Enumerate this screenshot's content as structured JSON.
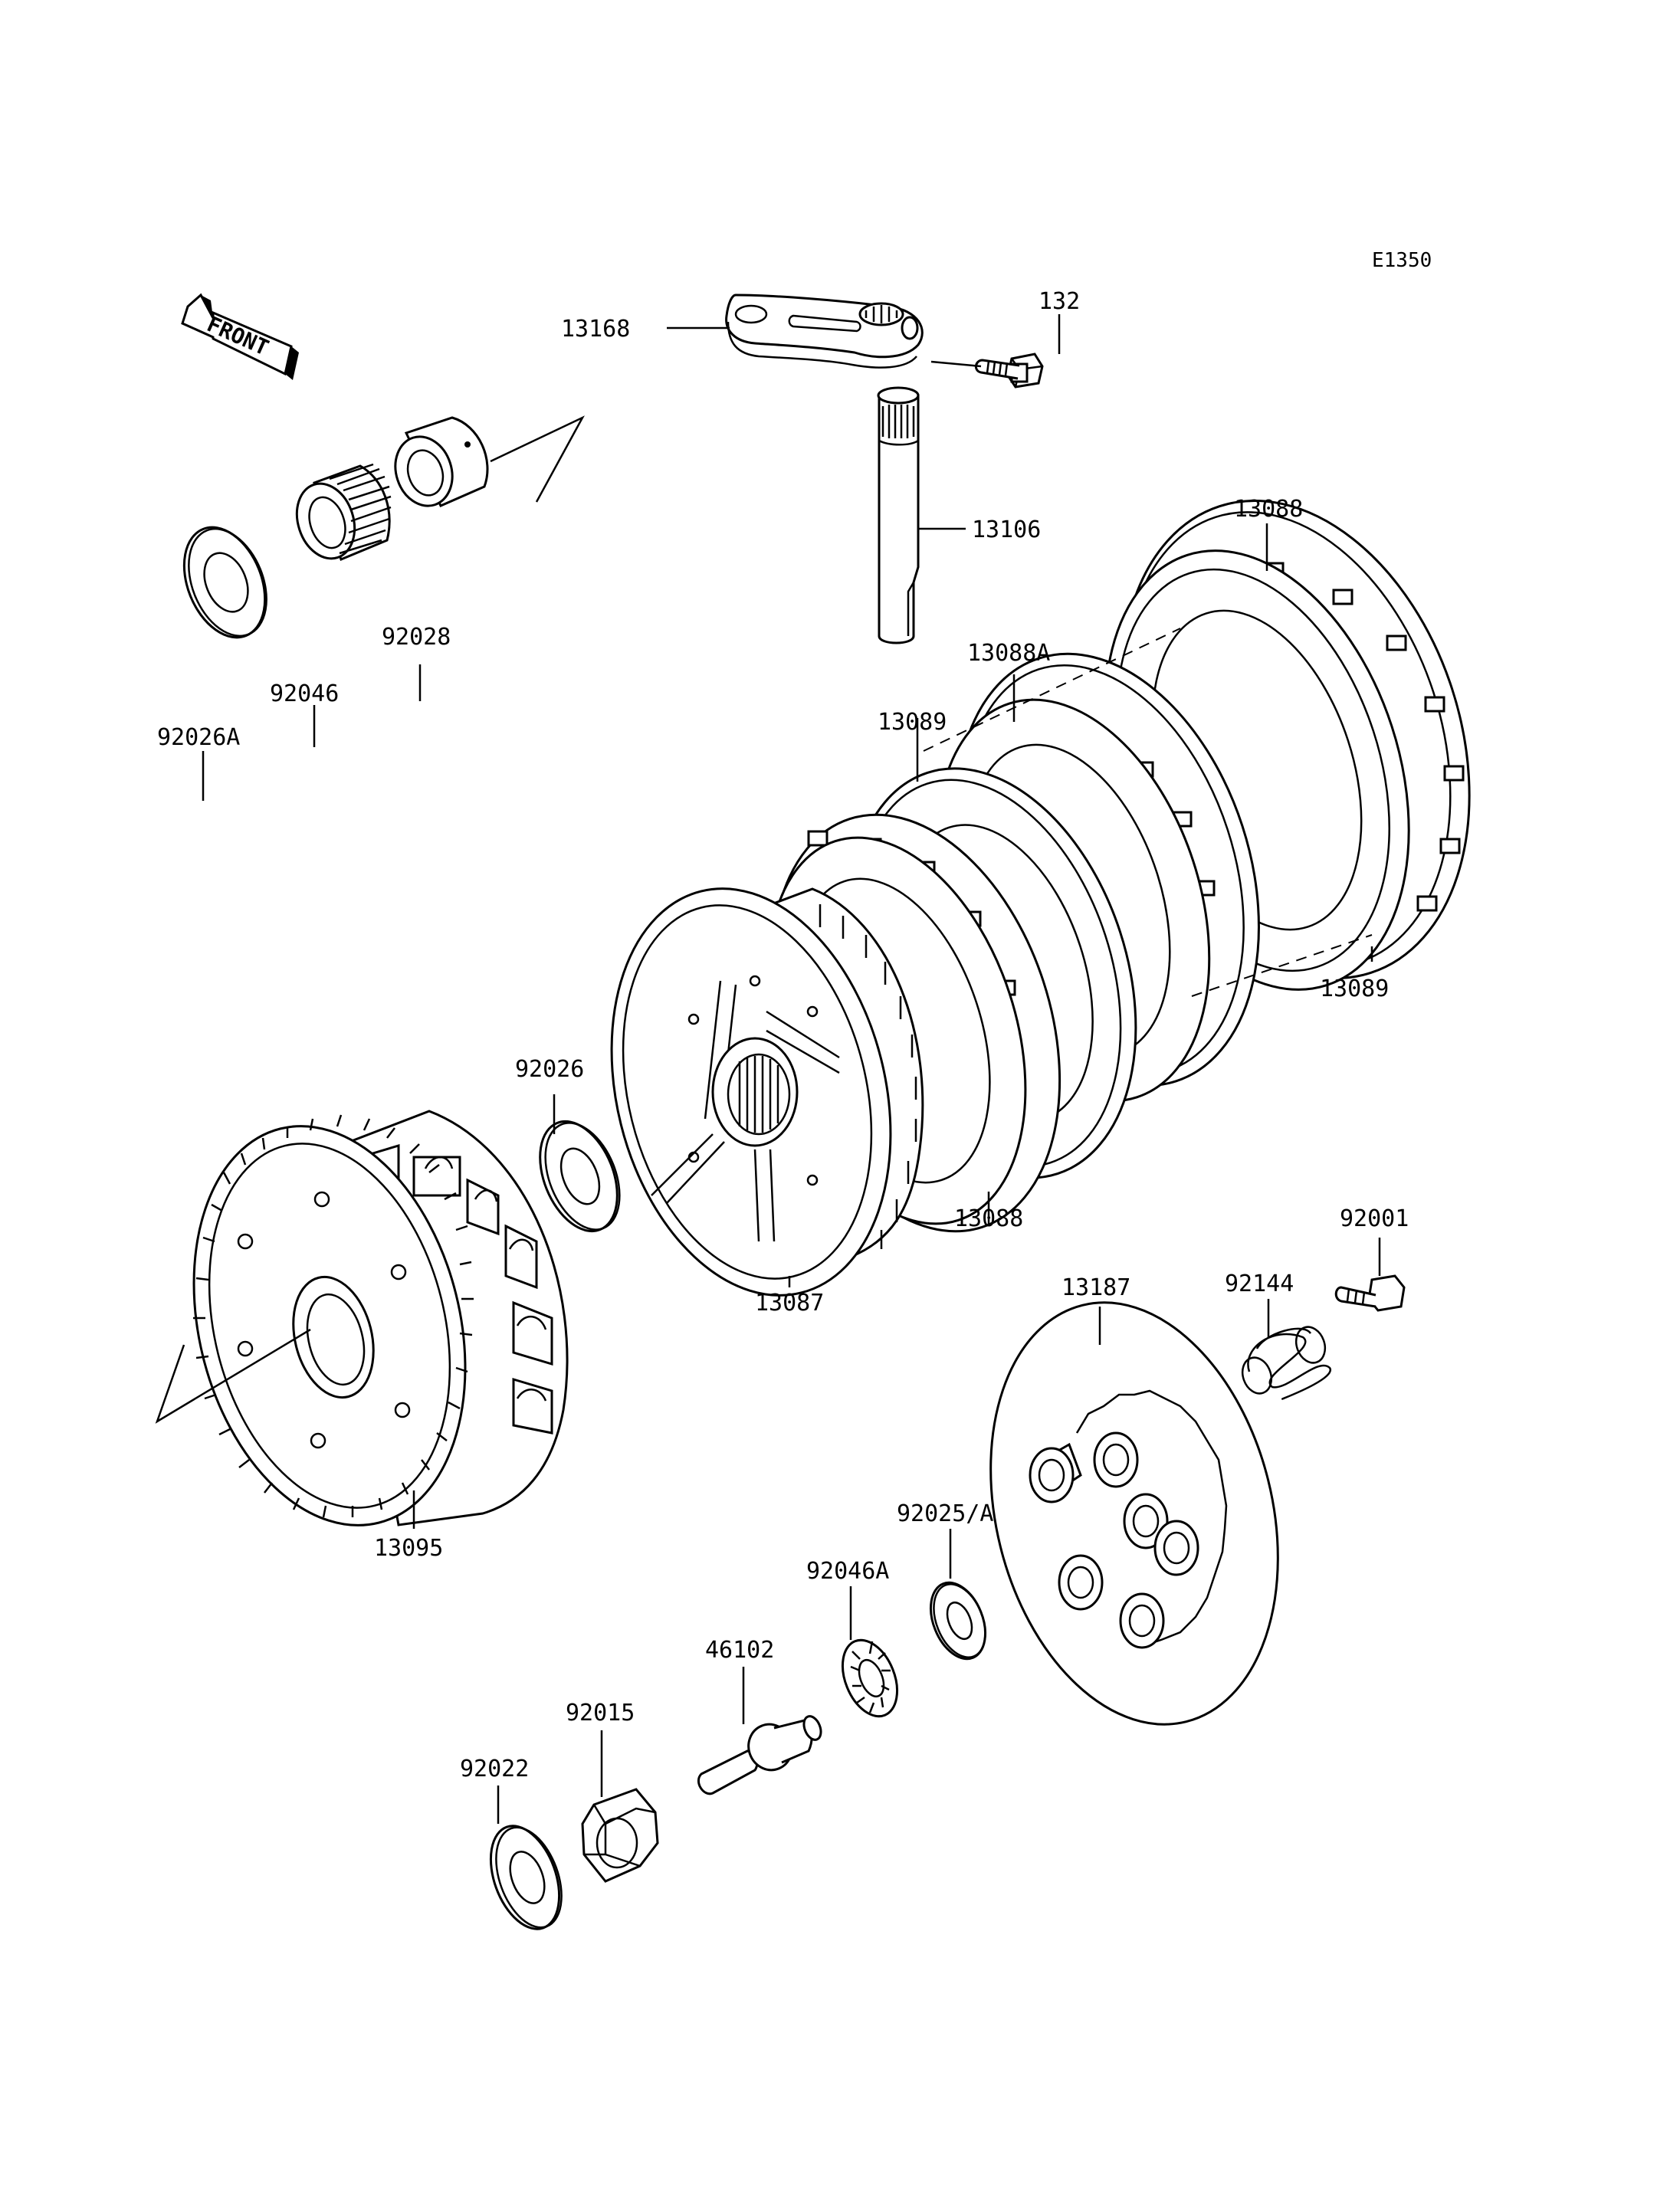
{
  "diagram_code": "E1350",
  "front_arrow": {
    "text": "FRONT",
    "icon": "front-direction-arrow-icon"
  },
  "parts": [
    {
      "id": "13168",
      "name": "release-lever"
    },
    {
      "id": "132",
      "name": "lever-bolt"
    },
    {
      "id": "13106",
      "name": "release-shaft"
    },
    {
      "id": "13088",
      "name": "friction-plate-top"
    },
    {
      "id": "13088A",
      "name": "friction-plate-a"
    },
    {
      "id": "13089",
      "name": "steel-plate-left"
    },
    {
      "id": "13089",
      "name": "steel-plate-right"
    },
    {
      "id": "92028",
      "name": "sleeve"
    },
    {
      "id": "92046",
      "name": "needle-bearing"
    },
    {
      "id": "92026A",
      "name": "washer-a"
    },
    {
      "id": "92026",
      "name": "washer"
    },
    {
      "id": "13087",
      "name": "clutch-hub"
    },
    {
      "id": "13088",
      "name": "friction-plate-bottom"
    },
    {
      "id": "92001",
      "name": "spring-bolt"
    },
    {
      "id": "92144",
      "name": "clutch-spring"
    },
    {
      "id": "13187",
      "name": "pressure-plate"
    },
    {
      "id": "13095",
      "name": "clutch-housing"
    },
    {
      "id": "92025/A",
      "name": "washer-25a"
    },
    {
      "id": "92046A",
      "name": "thrust-bearing"
    },
    {
      "id": "46102",
      "name": "push-rod"
    },
    {
      "id": "92015",
      "name": "hub-nut"
    },
    {
      "id": "92022",
      "name": "nut-washer"
    }
  ]
}
